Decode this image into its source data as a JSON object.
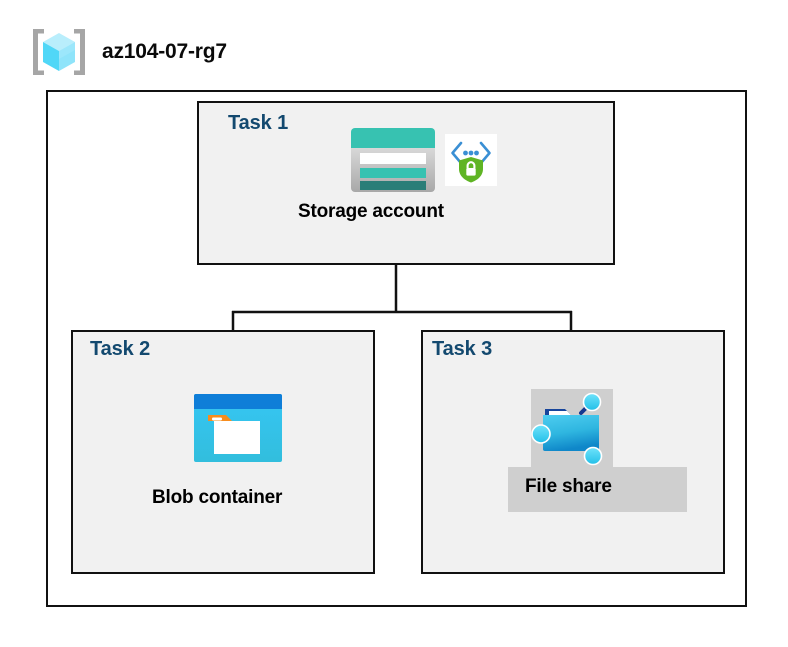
{
  "diagram": {
    "kind": "azure-architecture-diagram",
    "resource_group": {
      "name": "az104-07-rg7",
      "icon": "resource-group-icon"
    },
    "colors": {
      "task_label": "#13496f",
      "box_border": "#111111",
      "box_fill": "#f1f1f1",
      "canvas": "#ffffff",
      "highlight_plate": "#cfcfcf",
      "storage_teal": "#37c2b1",
      "storage_teal_dark": "#2a7e78",
      "blob_blue": "#0f7ed8",
      "blob_cyan": "#32bedd",
      "blob_orange": "#f78d1e",
      "fileshare_blue": "#32bedd",
      "privatelink_green": "#5fb424",
      "privatelink_blue": "#3a8fd4",
      "rg_cube_cyan": "#9fe7fb",
      "rg_bracket_gray": "#a6a6a6"
    },
    "nodes": [
      {
        "id": "task1",
        "task_label": "Task 1",
        "node_label": "Storage account",
        "icons": [
          "storage-account-icon",
          "private-link-shield-icon"
        ],
        "highlighted": false
      },
      {
        "id": "task2",
        "task_label": "Task 2",
        "node_label": "Blob container",
        "icons": [
          "blob-container-icon"
        ],
        "highlighted": false
      },
      {
        "id": "task3",
        "task_label": "Task 3",
        "node_label": "File share",
        "icons": [
          "file-share-icon"
        ],
        "highlighted": true
      }
    ],
    "connectors": [
      {
        "from": "task1",
        "to": "task2",
        "style": "elbow"
      },
      {
        "from": "task1",
        "to": "task3",
        "style": "elbow"
      }
    ]
  }
}
